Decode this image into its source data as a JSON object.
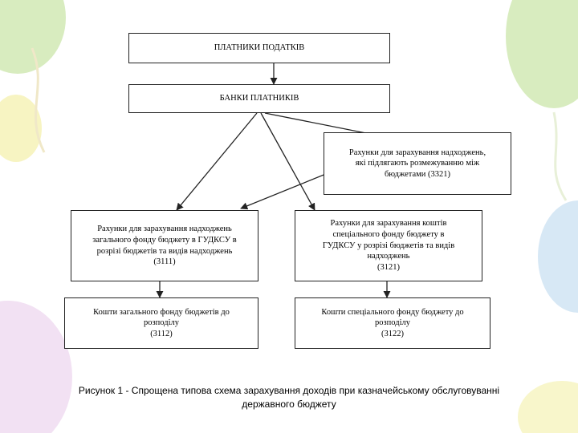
{
  "diagram": {
    "boxes": {
      "taxpayers": "ПЛАТНИКИ ПОДАТКІВ",
      "banks": "БАНКИ ПЛАТНИКІВ",
      "accounts_3321": "Рахунки для зарахування надходжень,\nякі підлягають розмежуванню між\nбюджетами (3321)",
      "accounts_3111": "Рахунки для зарахування надходжень\nзагального фонду бюджету в ГУДКСУ в\nрозрізі бюджетів та видів надходжень\n(3111)",
      "accounts_3121": "Рахунки для зарахування коштів\nспеціального фонду бюджету в\nГУДКСУ у розрізі бюджетів та видів\nнадходжень\n(3121)",
      "funds_3112": "Кошти загального фонду бюджетів до\nрозподілу\n(3112)",
      "funds_3122": "Кошти спеціального фонду бюджету до\nрозподілу\n(3122)"
    },
    "caption": "Рисунок  1 - Спрощена типова схема зарахування доходів при казначейському обслуговуванні\nдержавного бюджету"
  },
  "colors": {
    "line": "#222222",
    "balloon_green": "#b8dd8a",
    "balloon_yellow": "#f3f0a8",
    "balloon_blue": "#bcd9ee",
    "balloon_pink": "#e8c8ea"
  }
}
